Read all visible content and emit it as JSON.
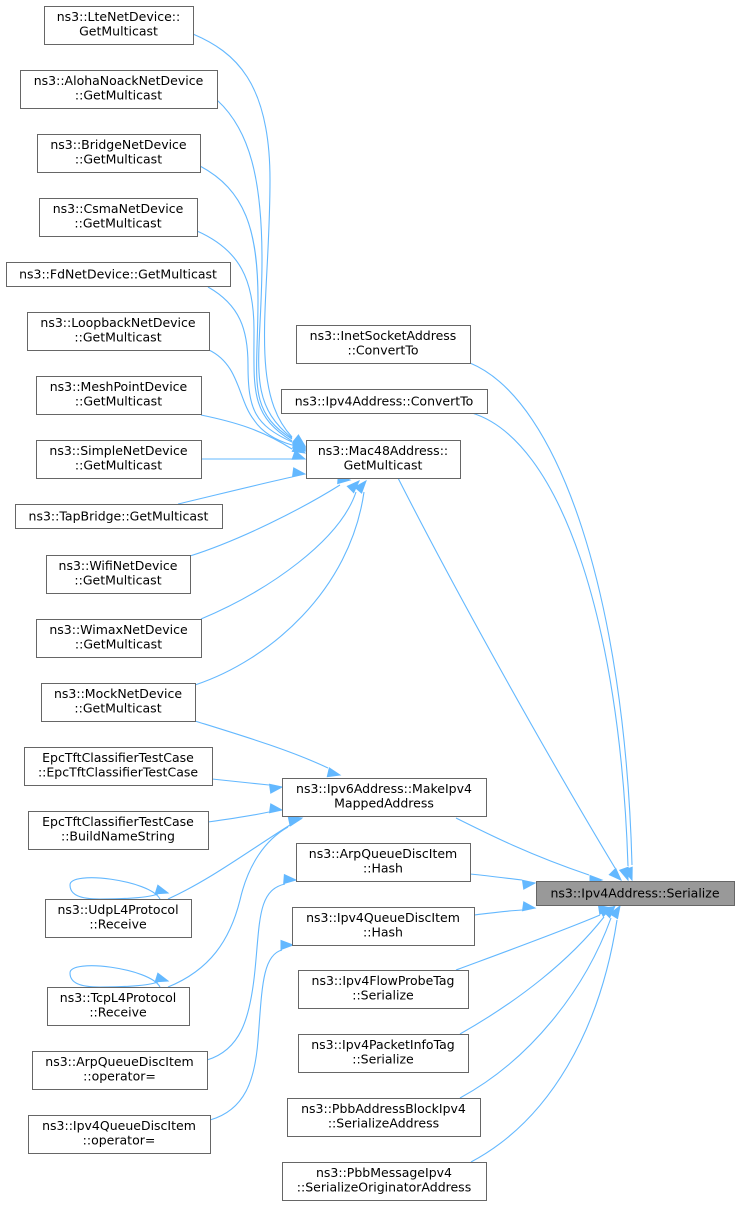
{
  "nodes": [
    {
      "id": "lte",
      "lines": [
        "ns3::LteNetDevice::",
        "GetMulticast"
      ]
    },
    {
      "id": "aloha",
      "lines": [
        "ns3::AlohaNoackNetDevice",
        "::GetMulticast"
      ]
    },
    {
      "id": "bridge",
      "lines": [
        "ns3::BridgeNetDevice",
        "::GetMulticast"
      ]
    },
    {
      "id": "csma",
      "lines": [
        "ns3::CsmaNetDevice",
        "::GetMulticast"
      ]
    },
    {
      "id": "fd",
      "lines": [
        "ns3::FdNetDevice::GetMulticast"
      ]
    },
    {
      "id": "loopback",
      "lines": [
        "ns3::LoopbackNetDevice",
        "::GetMulticast"
      ]
    },
    {
      "id": "meshpoint",
      "lines": [
        "ns3::MeshPointDevice",
        "::GetMulticast"
      ]
    },
    {
      "id": "simple",
      "lines": [
        "ns3::SimpleNetDevice",
        "::GetMulticast"
      ]
    },
    {
      "id": "tapbridge",
      "lines": [
        "ns3::TapBridge::GetMulticast"
      ]
    },
    {
      "id": "wifi",
      "lines": [
        "ns3::WifiNetDevice",
        "::GetMulticast"
      ]
    },
    {
      "id": "wimax",
      "lines": [
        "ns3::WimaxNetDevice",
        "::GetMulticast"
      ]
    },
    {
      "id": "mock",
      "lines": [
        "ns3::MockNetDevice",
        "::GetMulticast"
      ]
    },
    {
      "id": "epc1",
      "lines": [
        "EpcTftClassifierTestCase",
        "::EpcTftClassifierTestCase"
      ]
    },
    {
      "id": "epc2",
      "lines": [
        "EpcTftClassifierTestCase",
        "::BuildNameString"
      ]
    },
    {
      "id": "udp",
      "lines": [
        "ns3::UdpL4Protocol",
        "::Receive"
      ]
    },
    {
      "id": "tcp",
      "lines": [
        "ns3::TcpL4Protocol",
        "::Receive"
      ]
    },
    {
      "id": "arpop",
      "lines": [
        "ns3::ArpQueueDiscItem",
        "::operator="
      ]
    },
    {
      "id": "ipv4op",
      "lines": [
        "ns3::Ipv4QueueDiscItem",
        "::operator="
      ]
    },
    {
      "id": "inet",
      "lines": [
        "ns3::InetSocketAddress",
        "::ConvertTo"
      ]
    },
    {
      "id": "ipv4conv",
      "lines": [
        "ns3::Ipv4Address::ConvertTo"
      ]
    },
    {
      "id": "mac48",
      "lines": [
        "ns3::Mac48Address::",
        "GetMulticast"
      ]
    },
    {
      "id": "ipv6",
      "lines": [
        "ns3::Ipv6Address::MakeIpv4",
        "MappedAddress"
      ]
    },
    {
      "id": "arphash",
      "lines": [
        "ns3::ArpQueueDiscItem",
        "::Hash"
      ]
    },
    {
      "id": "ipv4hash",
      "lines": [
        "ns3::Ipv4QueueDiscItem",
        "::Hash"
      ]
    },
    {
      "id": "flowprobe",
      "lines": [
        "ns3::Ipv4FlowProbeTag",
        "::Serialize"
      ]
    },
    {
      "id": "pktinfo",
      "lines": [
        "ns3::Ipv4PacketInfoTag",
        "::Serialize"
      ]
    },
    {
      "id": "pbbaddr",
      "lines": [
        "ns3::PbbAddressBlockIpv4",
        "::SerializeAddress"
      ]
    },
    {
      "id": "pbbmsg",
      "lines": [
        "ns3::PbbMessageIpv4",
        "::SerializeOriginatorAddress"
      ]
    },
    {
      "id": "root",
      "lines": [
        "ns3::Ipv4Address::Serialize"
      ],
      "highlight": true
    }
  ],
  "edges": [
    {
      "from": "lte",
      "to": "mac48"
    },
    {
      "from": "aloha",
      "to": "mac48"
    },
    {
      "from": "bridge",
      "to": "mac48"
    },
    {
      "from": "csma",
      "to": "mac48"
    },
    {
      "from": "fd",
      "to": "mac48"
    },
    {
      "from": "loopback",
      "to": "mac48"
    },
    {
      "from": "meshpoint",
      "to": "mac48"
    },
    {
      "from": "simple",
      "to": "mac48"
    },
    {
      "from": "tapbridge",
      "to": "mac48"
    },
    {
      "from": "wifi",
      "to": "mac48"
    },
    {
      "from": "wimax",
      "to": "mac48"
    },
    {
      "from": "mock",
      "to": "mac48"
    },
    {
      "from": "mock",
      "to": "ipv6"
    },
    {
      "from": "epc1",
      "to": "ipv6"
    },
    {
      "from": "epc2",
      "to": "ipv6"
    },
    {
      "from": "udp",
      "to": "ipv6"
    },
    {
      "from": "tcp",
      "to": "ipv6"
    },
    {
      "from": "udp",
      "to": "udp"
    },
    {
      "from": "tcp",
      "to": "tcp"
    },
    {
      "from": "arpop",
      "to": "arphash"
    },
    {
      "from": "ipv4op",
      "to": "ipv4hash"
    },
    {
      "from": "inet",
      "to": "root"
    },
    {
      "from": "ipv4conv",
      "to": "root"
    },
    {
      "from": "mac48",
      "to": "root"
    },
    {
      "from": "ipv6",
      "to": "root"
    },
    {
      "from": "arphash",
      "to": "root"
    },
    {
      "from": "ipv4hash",
      "to": "root"
    },
    {
      "from": "flowprobe",
      "to": "root"
    },
    {
      "from": "pktinfo",
      "to": "root"
    },
    {
      "from": "pbbaddr",
      "to": "root"
    },
    {
      "from": "pbbmsg",
      "to": "root"
    }
  ]
}
